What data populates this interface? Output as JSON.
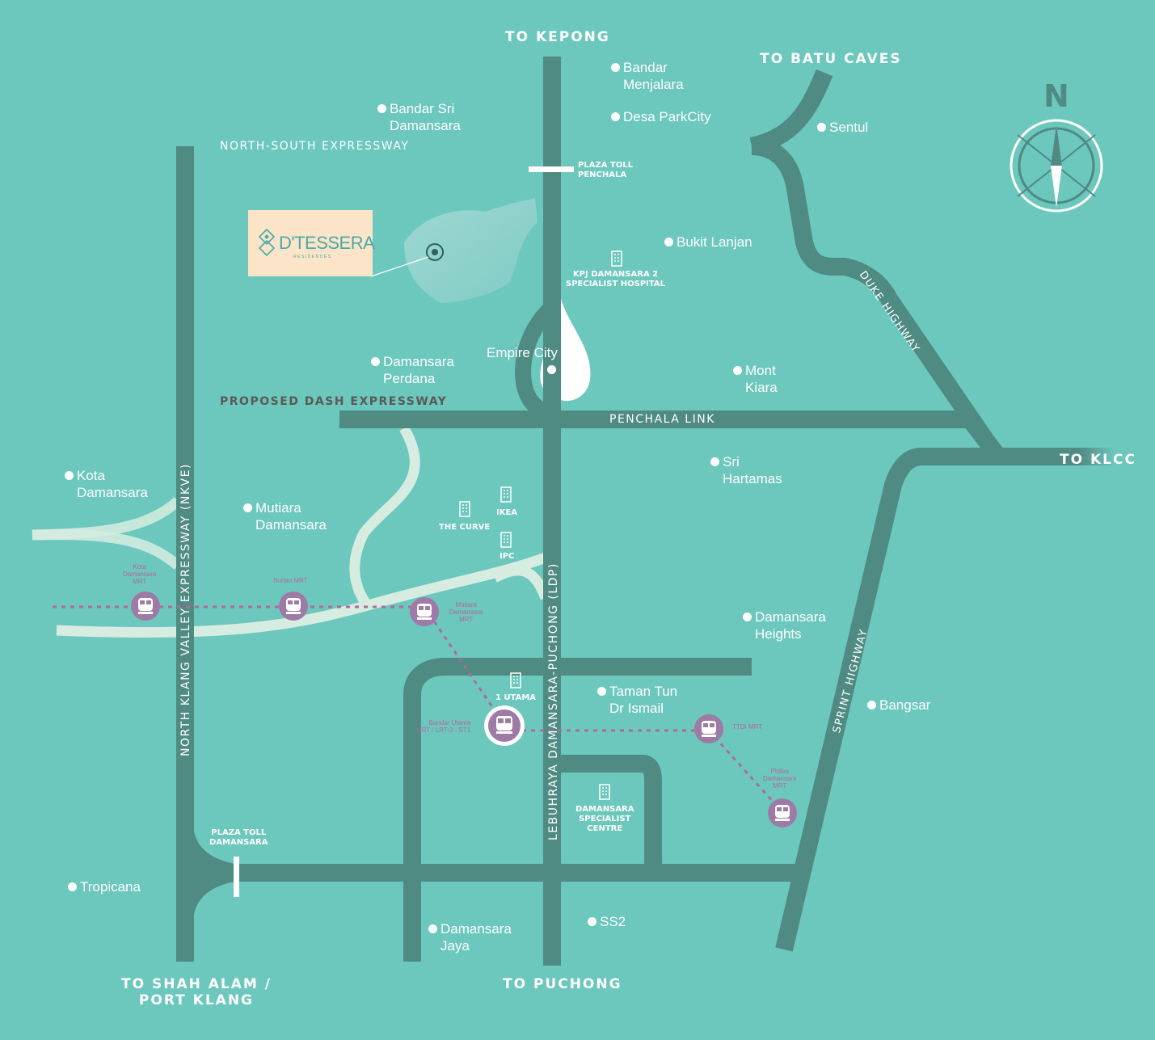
{
  "destinations": {
    "kepong": "TO KEPONG",
    "batu_caves": "TO BATU CAVES",
    "klcc": "TO KLCC",
    "shah_alam": "TO SHAH ALAM /\nPORT KLANG",
    "puchong": "TO PUCHONG"
  },
  "roads": {
    "nse": "NORTH-SOUTH EXPRESSWAY",
    "dash": "PROPOSED DASH EXPRESSWAY",
    "penchala_link": "PENCHALA LINK",
    "duke": "DUKE HIGHWAY",
    "sprint": "SPRINT HIGHWAY",
    "nkve": "NORTH KLANG VALLEY EXPRESSWAY (NKVE)",
    "ldp": "LEBUHRAYA DAMANSARA-PUCHONG (LDP)"
  },
  "places": {
    "bandar_sri_damansara": "Bandar Sri\nDamansara",
    "bandar_menjalara": "Bandar\nMenjalara",
    "desa_parkcity": "Desa ParkCity",
    "sentul": "Sentul",
    "bukit_lanjan": "Bukit Lanjan",
    "damansara_perdana": "Damansara\nPerdana",
    "empire_city": "Empire City",
    "mont_kiara": "Mont\nKiara",
    "sri_hartamas": "Sri\nHartamas",
    "kota_damansara": "Kota\nDamansara",
    "mutiara_damansara": "Mutiara\nDamansara",
    "damansara_heights": "Damansara\nHeights",
    "taman_tun": "Taman Tun\nDr Ismail",
    "bangsar": "Bangsar",
    "tropicana": "Tropicana",
    "damansara_jaya": "Damansara\nJaya",
    "ss2": "SS2"
  },
  "landmarks": {
    "plaza_toll_penchala": "PLAZA TOLL\nPENCHALA",
    "kpj": "KPJ DAMANSARA 2\nSPECIALIST HOSPITAL",
    "ikea": "IKEA",
    "the_curve": "THE CURVE",
    "ipc": "IPC",
    "one_utama": "1 UTAMA",
    "dsc": "DAMANSARA\nSPECIALIST\nCENTRE",
    "plaza_toll_damansara": "PLAZA TOLL\nDAMANSARA"
  },
  "mrt": {
    "kota_damansara": "Kota\nDamansara\nMRT",
    "surian": "Surian MRT",
    "mutiara_damansara": "Mutiara\nDamansara\nMRT",
    "bandar_utama": "Bandar Utama\nMRT / LRT-3 - ST1",
    "ttdi": "TTDI MRT",
    "phileo": "Phileo\nDamansara\nMRT"
  },
  "project": {
    "name": "D'TESSERA",
    "sub": "RESIDENCES"
  },
  "compass": {
    "label": "N"
  },
  "colors": {
    "background": "#6cc7bd",
    "road": "#4f8a83",
    "proposed_road": "#ffffff",
    "minor_road": "#d6ece0",
    "mrt_line": "#b06a9a",
    "logo_bg": "#fbe4c8",
    "logo_text": "#4aa9a8"
  },
  "icons": {
    "compass": "compass-icon",
    "mrt": "train-icon",
    "building": "building-icon",
    "location": "location-pin-icon"
  }
}
